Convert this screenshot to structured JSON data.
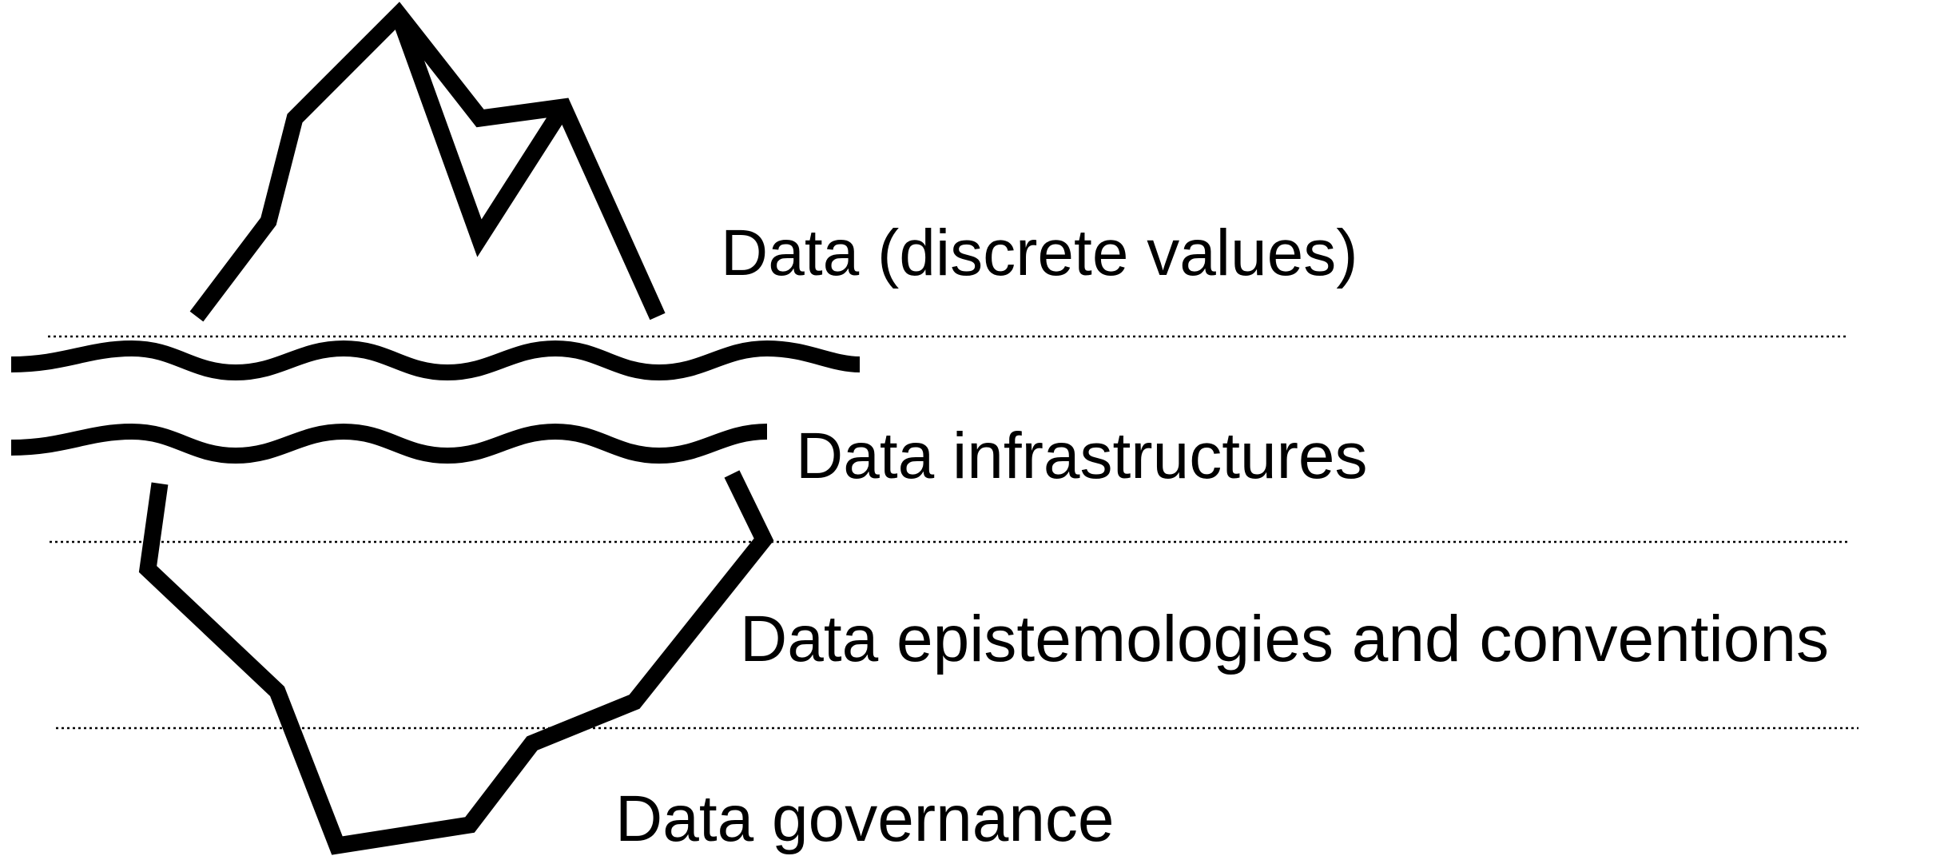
{
  "diagram": {
    "layers": [
      {
        "id": "data",
        "label": "Data (discrete values)"
      },
      {
        "id": "infrastructures",
        "label": "Data infrastructures"
      },
      {
        "id": "epistemologies",
        "label": "Data epistemologies and conventions"
      },
      {
        "id": "governance",
        "label": "Data governance"
      }
    ],
    "colors": {
      "ink": "#000000",
      "background": "#ffffff"
    }
  }
}
